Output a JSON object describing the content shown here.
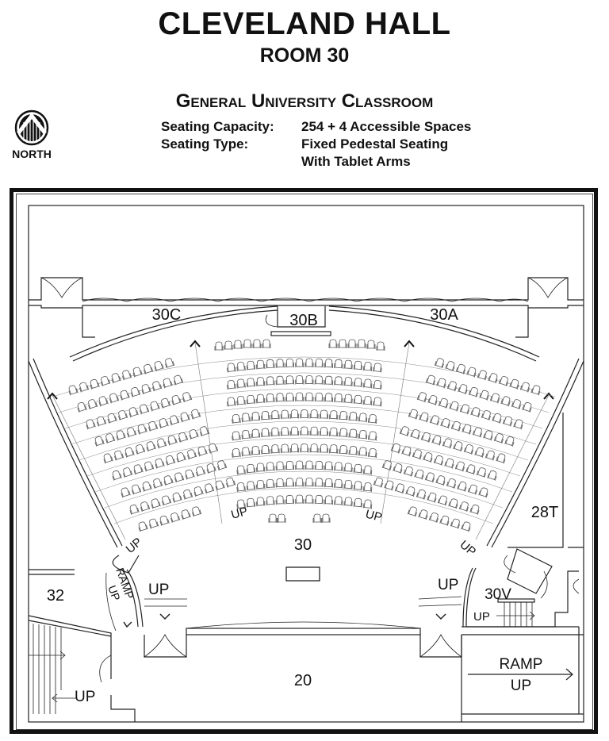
{
  "header": {
    "building": "CLEVELAND HALL",
    "room": "ROOM 30",
    "classification": "General University Classroom"
  },
  "specs": {
    "capacity_label": "Seating Capacity:",
    "capacity_value": "254 + 4 Accessible Spaces",
    "type_label": "Seating Type:",
    "type_value_line1": "Fixed Pedestal Seating",
    "type_value_line2": "With Tablet Arms"
  },
  "compass": {
    "icon": "north-arrow-icon",
    "label": "NORTH"
  },
  "rooms": {
    "main": "30",
    "r30A": "30A",
    "r30B": "30B",
    "r30C": "30C",
    "r28T": "28T",
    "r30V": "30V",
    "r32": "32",
    "r20": "20"
  },
  "annotations": {
    "up": "UP",
    "ramp": "RAMP",
    "ramp_up_line1": "RAMP",
    "ramp_up_line2": "UP"
  },
  "colors": {
    "line": "#111111",
    "seat": "#555555",
    "grid": "#777777"
  }
}
